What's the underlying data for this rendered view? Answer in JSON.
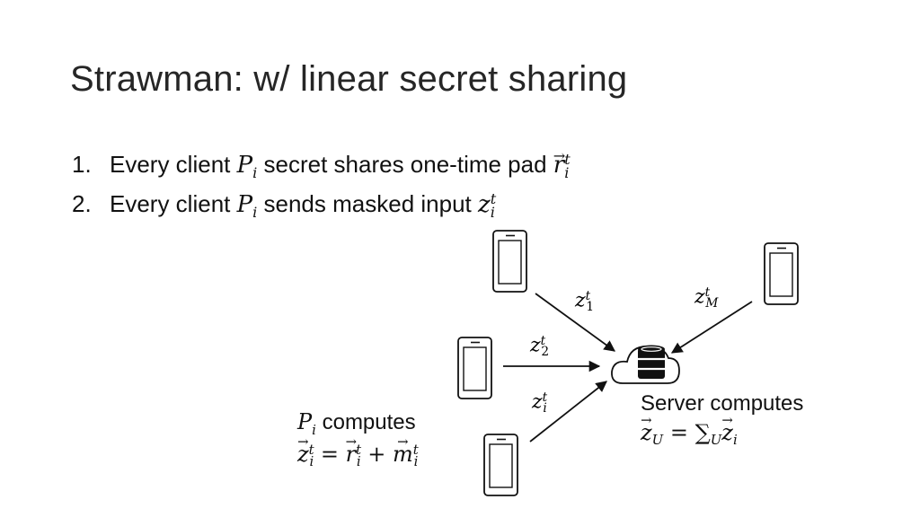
{
  "slide": {
    "title": "Strawman: w/ linear secret sharing",
    "steps": [
      {
        "number": "1.",
        "text_a": "Every client",
        "client": "P",
        "client_sub": "i",
        "text_b": "secret shares one-time pad",
        "var": "r",
        "var_sub": "i",
        "var_sup": "t"
      },
      {
        "number": "2.",
        "text_a": "Every client",
        "client": "P",
        "client_sub": "i",
        "text_b": "sends masked input",
        "var": "z",
        "var_sub": "i",
        "var_sup": "t"
      }
    ]
  },
  "diagram": {
    "edge_labels": {
      "z1": {
        "base": "z",
        "sup": "t",
        "sub": "1"
      },
      "z2": {
        "base": "z",
        "sup": "t",
        "sub": "2"
      },
      "zi": {
        "base": "z",
        "sup": "t",
        "sub": "i"
      },
      "zM": {
        "base": "z",
        "sup": "t",
        "sub": "M"
      }
    },
    "client_note": {
      "client": "P",
      "client_sub": "i",
      "label": "computes",
      "formula": {
        "lhs": "z",
        "r": "r",
        "m": "m",
        "sub": "i",
        "sup": "t",
        "eq": "=",
        "plus": "+"
      }
    },
    "server_note": {
      "label": "Server computes",
      "formula": {
        "lhs": "z",
        "lhs_sub": "U",
        "eq": "=",
        "sum": "∑",
        "sum_sub": "U",
        "term": "z",
        "term_sub": "i"
      }
    },
    "icons": [
      "phone-icon",
      "cloud-icon",
      "database-icon"
    ]
  }
}
